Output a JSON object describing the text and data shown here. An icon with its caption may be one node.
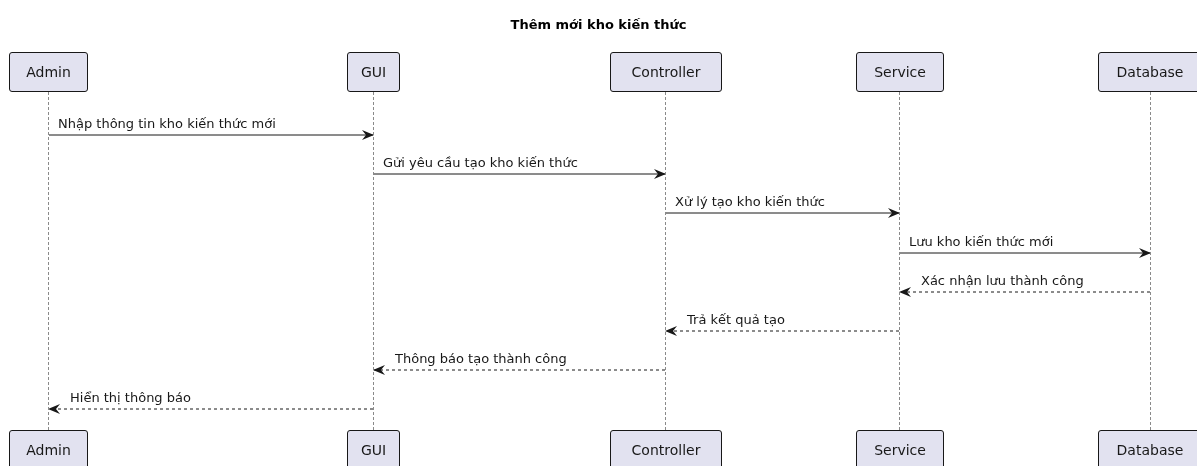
{
  "diagram": {
    "title": "Thêm mới kho kiến thức",
    "nodes": [
      {
        "text": [
          "Admin"
        ]
      },
      {
        "text": [
          "GUI"
        ]
      },
      {
        "text": [
          "Controller"
        ]
      },
      {
        "text": [
          "Service"
        ]
      },
      {
        "text": [
          "Database"
        ]
      },
      {
        "text": [],
        "shape": "line"
      },
      {
        "text": [],
        "shape": "line"
      },
      {
        "text": [],
        "shape": "line"
      },
      {
        "text": [],
        "shape": "line"
      },
      {
        "text": [],
        "shape": "line"
      },
      {
        "text": [
          "Admin"
        ]
      },
      {
        "text": [
          "GUI"
        ]
      },
      {
        "text": [
          "Controller"
        ]
      },
      {
        "text": [
          "Service"
        ]
      },
      {
        "text": [
          "Database"
        ]
      }
    ],
    "edges": [
      {
        "from": 5,
        "to": 6,
        "arrow": "to",
        "label": "Nhập thông tin kho kiến thức mới"
      },
      {
        "from": 6,
        "to": 7,
        "arrow": "to",
        "label": "Gửi yêu cầu tạo kho kiến thức"
      },
      {
        "from": 7,
        "to": 8,
        "arrow": "to",
        "label": "Xử lý tạo kho kiến thức"
      },
      {
        "from": 8,
        "to": 9,
        "arrow": "to",
        "label": "Lưu kho kiến thức mới"
      },
      {
        "from": 9,
        "to": 8,
        "arrow": "to",
        "label": "Xác nhận lưu thành công",
        "style": "dashed"
      },
      {
        "from": 8,
        "to": 7,
        "arrow": "to",
        "label": "Trả kết quả tạo",
        "style": "dashed"
      },
      {
        "from": 7,
        "to": 6,
        "arrow": "to",
        "label": "Thông báo tạo thành công",
        "style": "dashed"
      },
      {
        "from": 6,
        "to": 5,
        "arrow": "to",
        "label": "Hiển thị thông báo",
        "style": "dashed"
      }
    ]
  }
}
